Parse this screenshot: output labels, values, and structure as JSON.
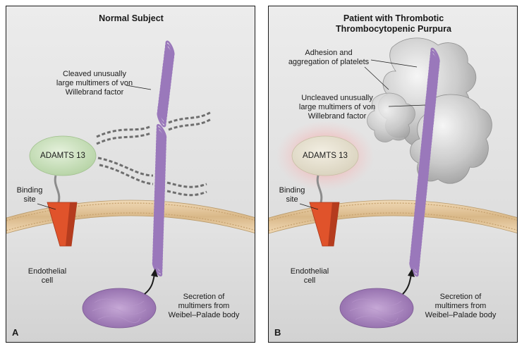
{
  "panelA": {
    "title": "Normal Subject",
    "letter": "A",
    "vwf_label": "Cleaved unusually large multimers of von Willebrand factor",
    "vwf_lines": [
      "Cleaved unusually",
      "large multimers of von",
      "Willebrand factor"
    ],
    "adamts": "ADAMTS 13",
    "binding": [
      "Binding",
      "site"
    ],
    "endo": [
      "Endothelial",
      "cell"
    ],
    "secretion": [
      "Secretion of",
      "multimers from",
      "Weibel–Palade body"
    ]
  },
  "panelB": {
    "title_lines": [
      "Patient with Thrombotic",
      "Thrombocytopenic Purpura"
    ],
    "letter": "B",
    "platelets": [
      "Adhesion and",
      "aggregation of platelets"
    ],
    "vwf_lines": [
      "Uncleaved unusually",
      "large multimers of von",
      "Willebrand factor"
    ],
    "adamts": "ADAMTS 13",
    "binding": [
      "Binding",
      "site"
    ],
    "endo": [
      "Endothelial",
      "cell"
    ],
    "secretion": [
      "Secretion of",
      "multimers from",
      "Weibel–Palade body"
    ]
  },
  "colors": {
    "spring": "#a98bc6",
    "adamts_normal": "#cfe4c3",
    "adamts_patient": "#e6e0cf",
    "glow": "#f2a7a7",
    "binding": "#e0532b",
    "membrane": "#e2c59a",
    "body": "#9e7bb5"
  }
}
